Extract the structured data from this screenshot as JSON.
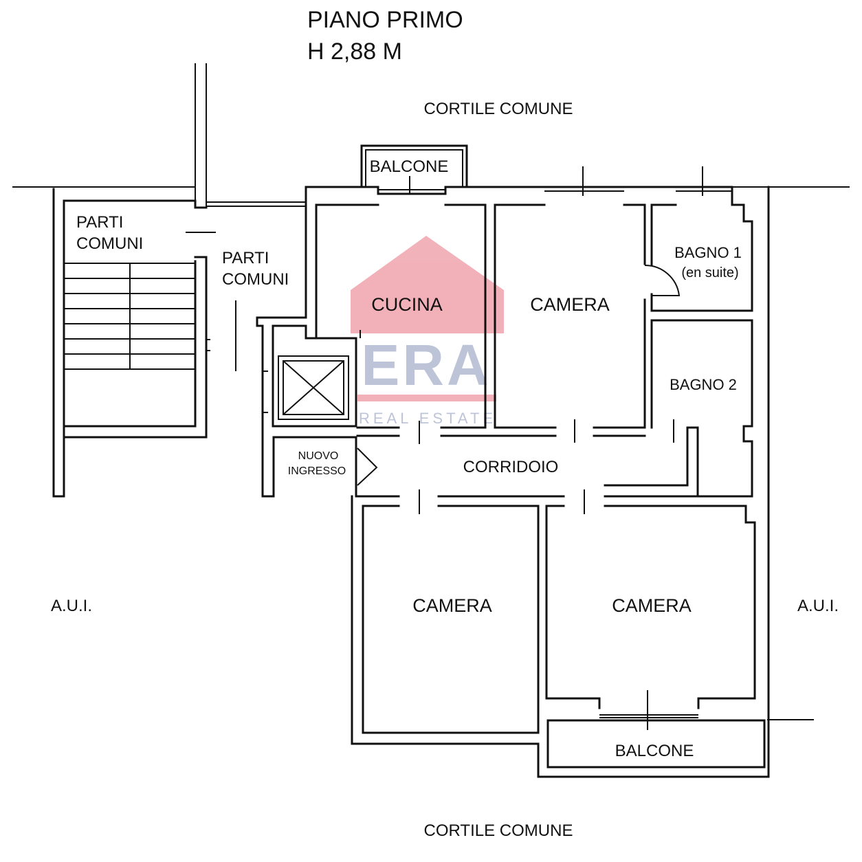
{
  "header": {
    "floor": "PIANO PRIMO",
    "height": "H 2,88 M"
  },
  "surroundings": {
    "courtyard_top": "CORTILE COMUNE",
    "courtyard_bottom": "CORTILE COMUNE",
    "aui_left": "A.U.I.",
    "aui_right": "A.U.I."
  },
  "rooms": {
    "parti_comuni_left_1": "PARTI",
    "parti_comuni_left_2": "COMUNI",
    "parti_comuni_mid_1": "PARTI",
    "parti_comuni_mid_2": "COMUNI",
    "balcone_top": "BALCONE",
    "cucina": "CUCINA",
    "camera_top": "CAMERA",
    "bagno1": "BAGNO 1",
    "bagno1_note": "(en suite)",
    "bagno2": "BAGNO 2",
    "nuovo_ingresso_1": "NUOVO",
    "nuovo_ingresso_2": "INGRESSO",
    "corridoio": "CORRIDOIO",
    "camera_bottom_left": "CAMERA",
    "camera_bottom_right": "CAMERA",
    "balcone_bottom": "BALCONE"
  },
  "watermark": {
    "brand": "ERA",
    "tagline": "REAL ESTATE",
    "roof_color": "#e8737f",
    "text_color": "#8a94b8",
    "bar_color": "#e8737f"
  }
}
